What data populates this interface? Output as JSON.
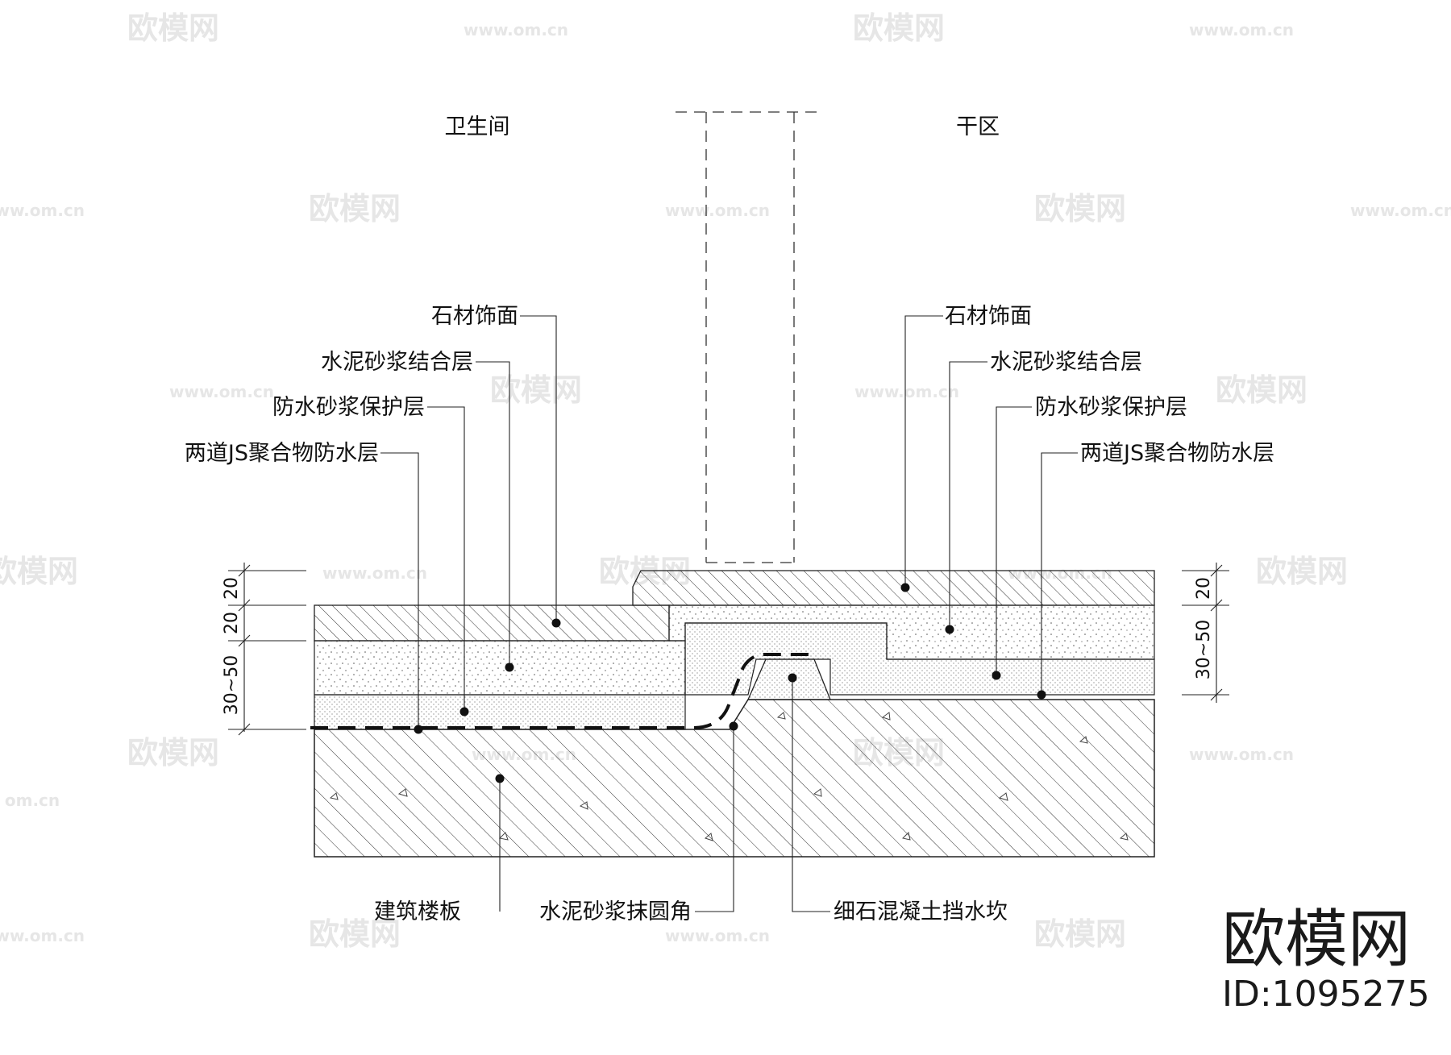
{
  "zones": {
    "left": "卫生间",
    "right": "干区"
  },
  "left_labels": [
    "石材饰面",
    "水泥砂浆结合层",
    "防水砂浆保护层",
    "两道JS聚合物防水层"
  ],
  "right_labels": [
    "石材饰面",
    "水泥砂浆结合层",
    "防水砂浆保护层",
    "两道JS聚合物防水层"
  ],
  "bottom_labels": [
    "建筑楼板",
    "水泥砂浆抹圆角",
    "细石混凝土挡水坎"
  ],
  "dims_left": [
    "20",
    "20",
    "30~50"
  ],
  "dims_right": [
    "20",
    "30~50"
  ],
  "watermark": {
    "name": "欧模网",
    "url": "www.om.cn",
    "url_short": "om.cn"
  },
  "brand": {
    "name": "欧模网",
    "id": "ID:1095275"
  }
}
